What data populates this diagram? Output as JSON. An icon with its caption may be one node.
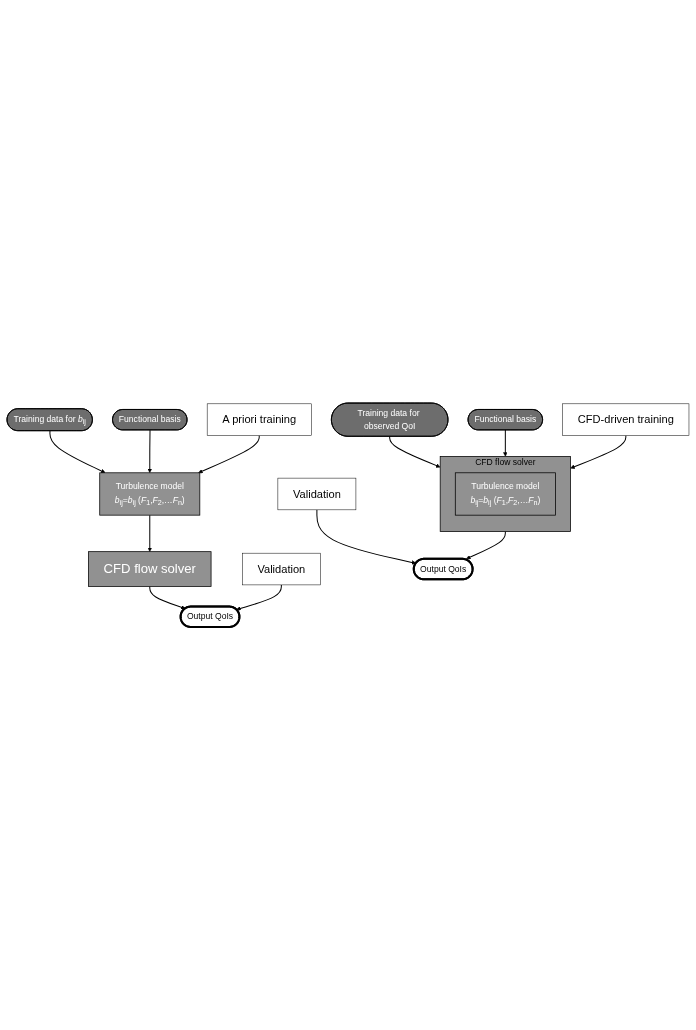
{
  "diagram": {
    "nodes": [
      {
        "text": [
          "Training data for *b*$_{ij}$"
        ]
      },
      {
        "text": [
          "Functional basis"
        ]
      },
      {
        "text": [
          "Turbulence model",
          "*b*$_{ij}$=*b*$_{ij}$ (*F*$_{1}$,*F*$_{2}$,…*F*$_{n}$)"
        ]
      },
      {
        "text": [
          "A priori training"
        ]
      },
      {
        "text": [
          "CFD flow solver"
        ]
      },
      {
        "text": [
          "Output QoIs"
        ]
      },
      {
        "text": [
          "Validation"
        ]
      },
      {
        "text": [
          "Training data for observed QoI"
        ]
      },
      {
        "text": [
          "Functional basis"
        ]
      },
      {
        "text": [
          "CFD flow solver"
        ]
      },
      {
        "text": [
          "Turbulence model",
          "*b*$_{ij}$=*b*$_{ij}$ (*F*$_{1}$,*F*$_{2}$,…*F*$_{n}$)"
        ],
        "in": 9
      },
      {
        "text": [
          "CFD-driven training"
        ]
      },
      {
        "text": [
          "Output QoIs"
        ]
      },
      {
        "text": [
          "Validation"
        ]
      }
    ],
    "edges": [
      {
        "from": 0,
        "to": 2,
        "arrow": "to"
      },
      {
        "from": 1,
        "to": 2,
        "arrow": "to"
      },
      {
        "from": 3,
        "to": 2,
        "arrow": "to"
      },
      {
        "from": 2,
        "to": 4,
        "arrow": "to"
      },
      {
        "from": 4,
        "to": 5,
        "arrow": "to"
      },
      {
        "from": 6,
        "to": 5,
        "arrow": "to"
      },
      {
        "from": 7,
        "to": 9,
        "arrow": "to"
      },
      {
        "from": 8,
        "to": 9,
        "arrow": "to"
      },
      {
        "from": 11,
        "to": 9,
        "arrow": "to"
      },
      {
        "from": 9,
        "to": 12,
        "arrow": "to"
      },
      {
        "from": 13,
        "to": 12,
        "arrow": "to"
      }
    ]
  }
}
